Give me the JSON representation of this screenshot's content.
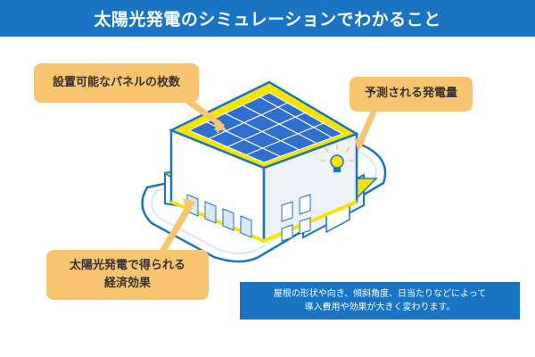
{
  "header": {
    "title": "太陽光発電のシミュレーションでわかること"
  },
  "callouts": {
    "panels": "設置可能なパネルの枚数",
    "generation": "予測される発電量",
    "economic_line1": "太陽光発電で得られる",
    "economic_line2": "経済効果"
  },
  "note": {
    "line1": "屋根の形状や向き、傾斜角度、日当たりなどによって",
    "line2": "導入費用や効果が大きく変わります。"
  },
  "colors": {
    "header": "#1a74c4",
    "callout": "#f9c470",
    "accent_yellow": "#f5e400",
    "panel_blue": "#2f6fd0",
    "outline": "#1a74c4",
    "building_front": "#ffffff",
    "building_side": "#eef1f6"
  },
  "icons": [
    "light-bulb-icon"
  ]
}
